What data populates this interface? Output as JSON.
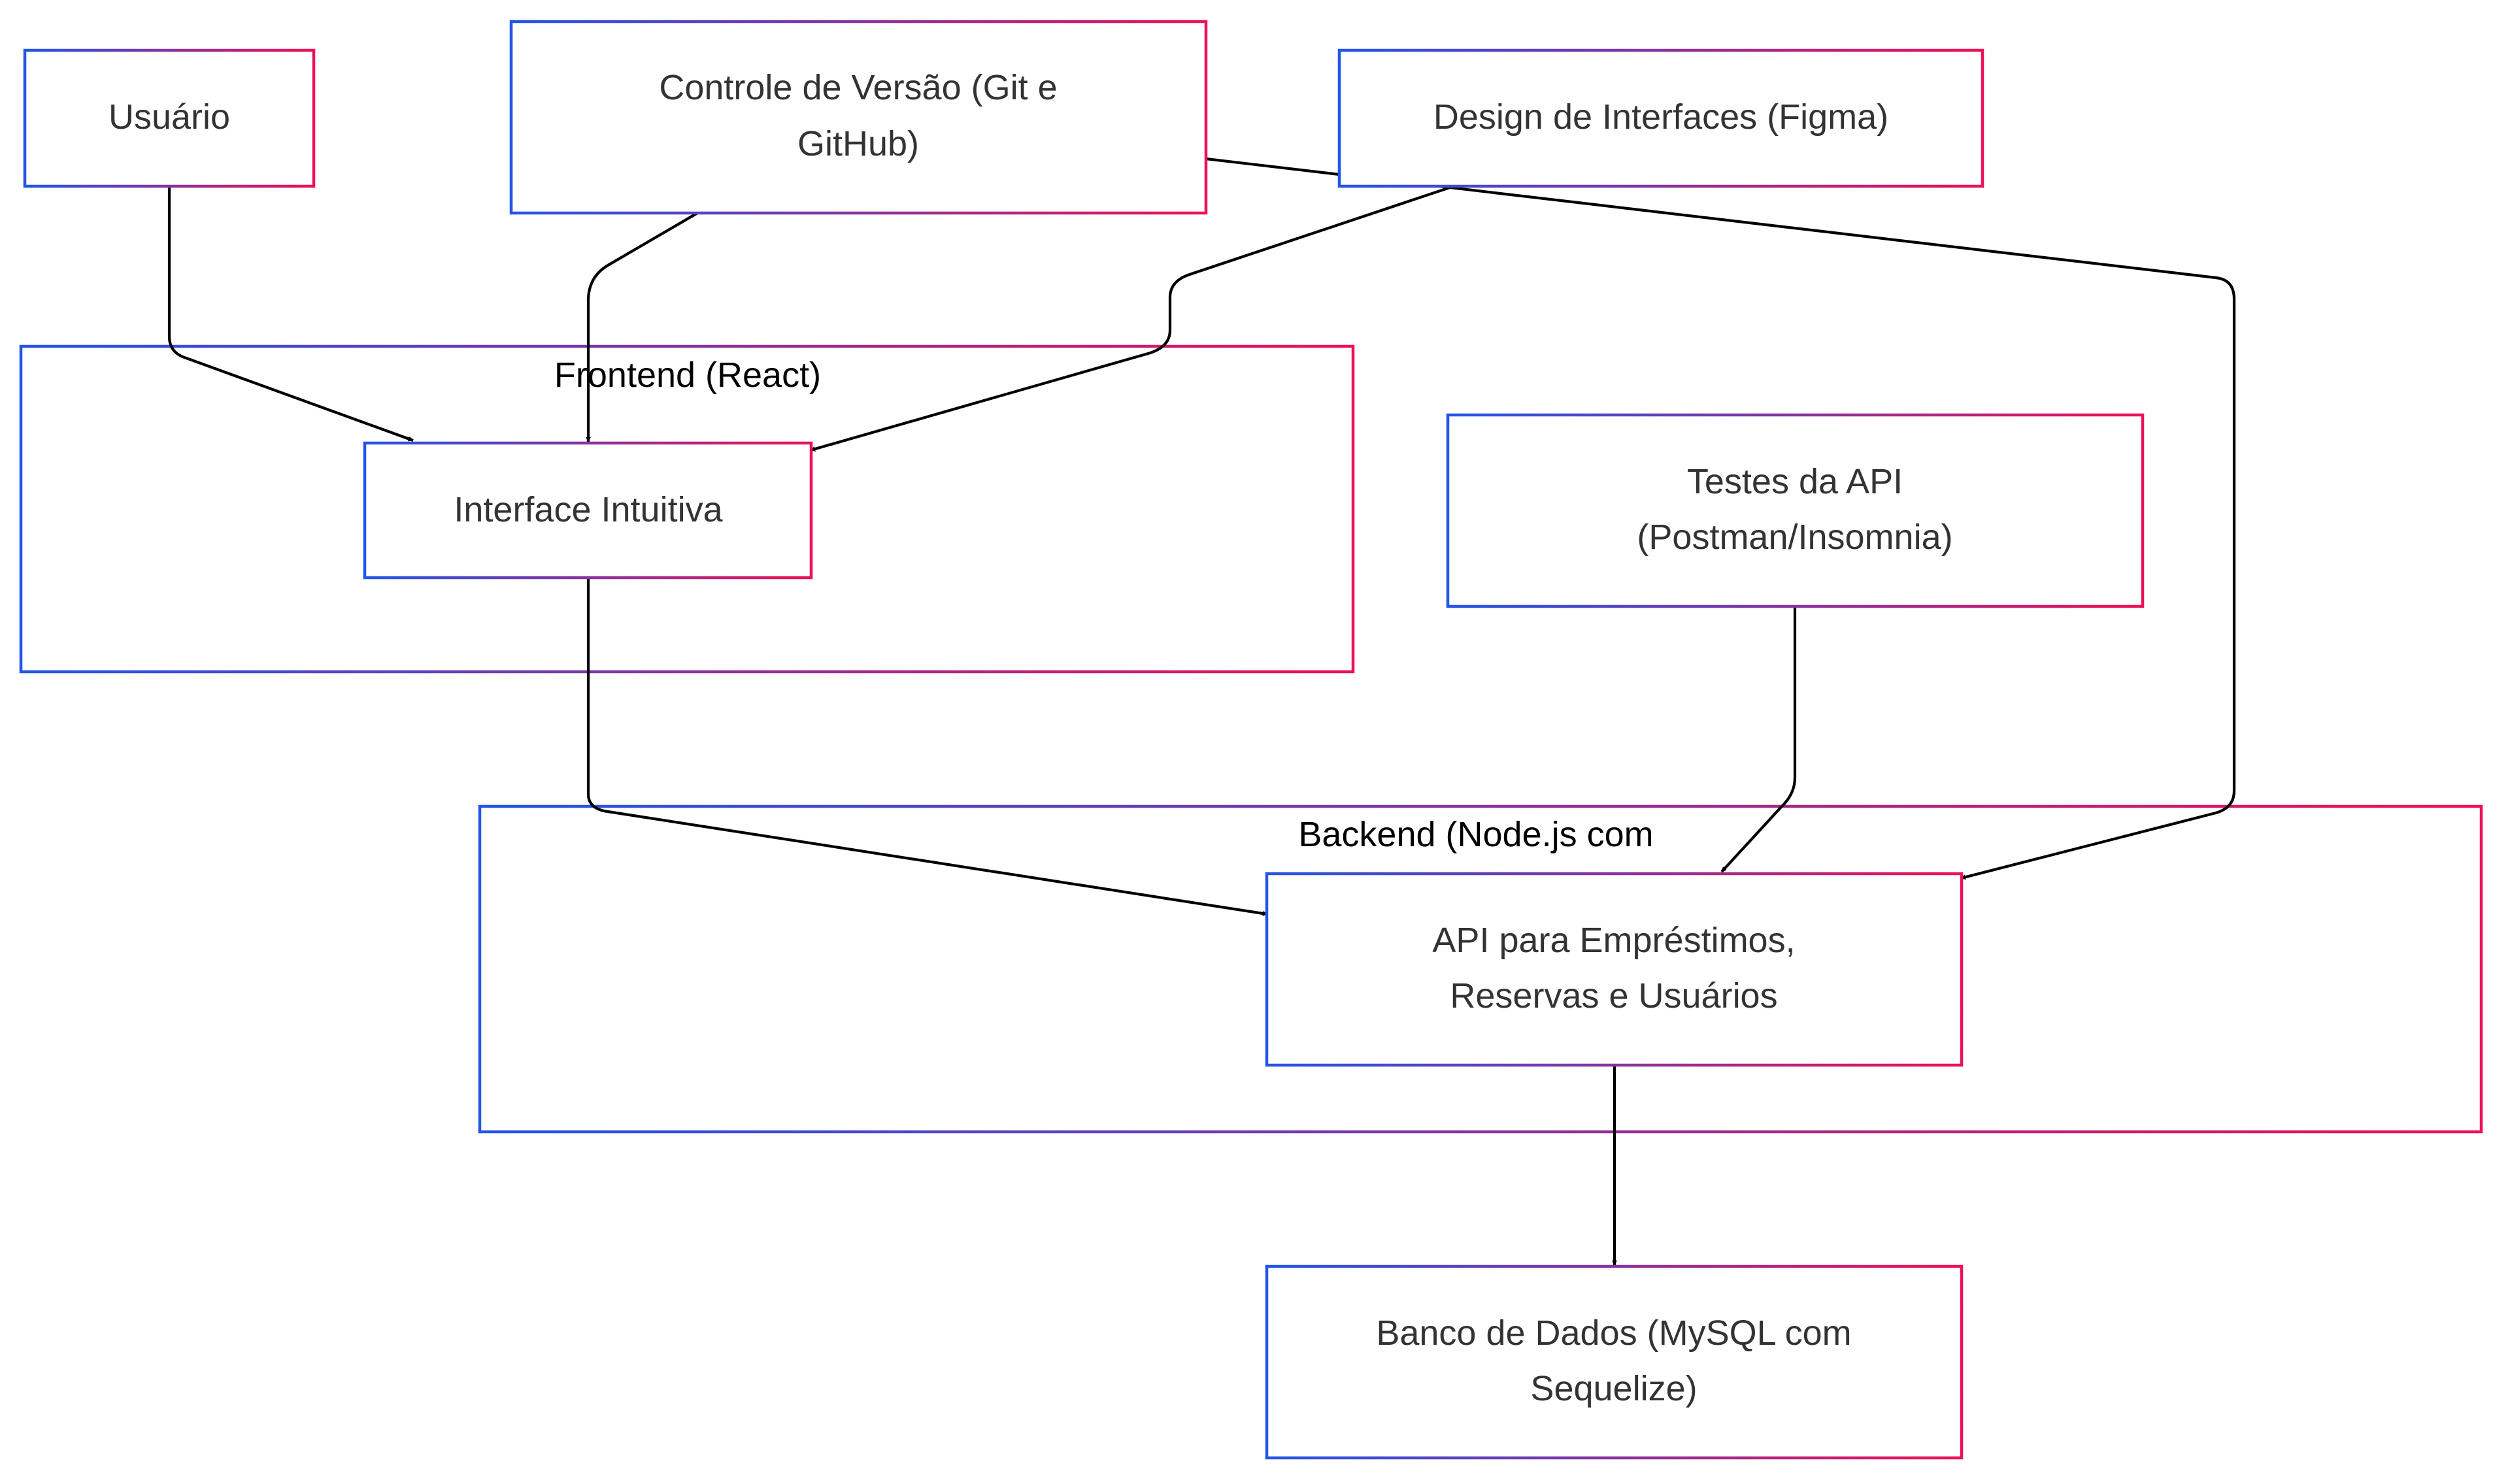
{
  "colors": {
    "border_start": "#2255e8",
    "border_end": "#ee1155",
    "edge": "#000000",
    "text": "#333333"
  },
  "groups": {
    "frontend": {
      "label": "Frontend (React)"
    },
    "backend": {
      "label": "Backend (Node.js com"
    }
  },
  "nodes": {
    "usuario": {
      "lines": [
        "Usuário"
      ]
    },
    "git": {
      "lines": [
        "Controle de Versão (Git e",
        "GitHub)"
      ]
    },
    "figma": {
      "lines": [
        "Design de Interfaces (Figma)"
      ]
    },
    "interface": {
      "lines": [
        "Interface Intuitiva"
      ]
    },
    "testes": {
      "lines": [
        "Testes da API",
        "(Postman/Insomnia)"
      ]
    },
    "api": {
      "lines": [
        "API para Empréstimos,",
        "Reservas e Usuários"
      ]
    },
    "banco": {
      "lines": [
        "Banco de Dados (MySQL com",
        "Sequelize)"
      ]
    }
  },
  "edges": [
    {
      "from": "usuario",
      "to": "interface"
    },
    {
      "from": "git",
      "to": "interface"
    },
    {
      "from": "figma",
      "to": "interface"
    },
    {
      "from": "git",
      "to": "api"
    },
    {
      "from": "interface",
      "to": "api"
    },
    {
      "from": "testes",
      "to": "api"
    },
    {
      "from": "api",
      "to": "banco"
    }
  ]
}
